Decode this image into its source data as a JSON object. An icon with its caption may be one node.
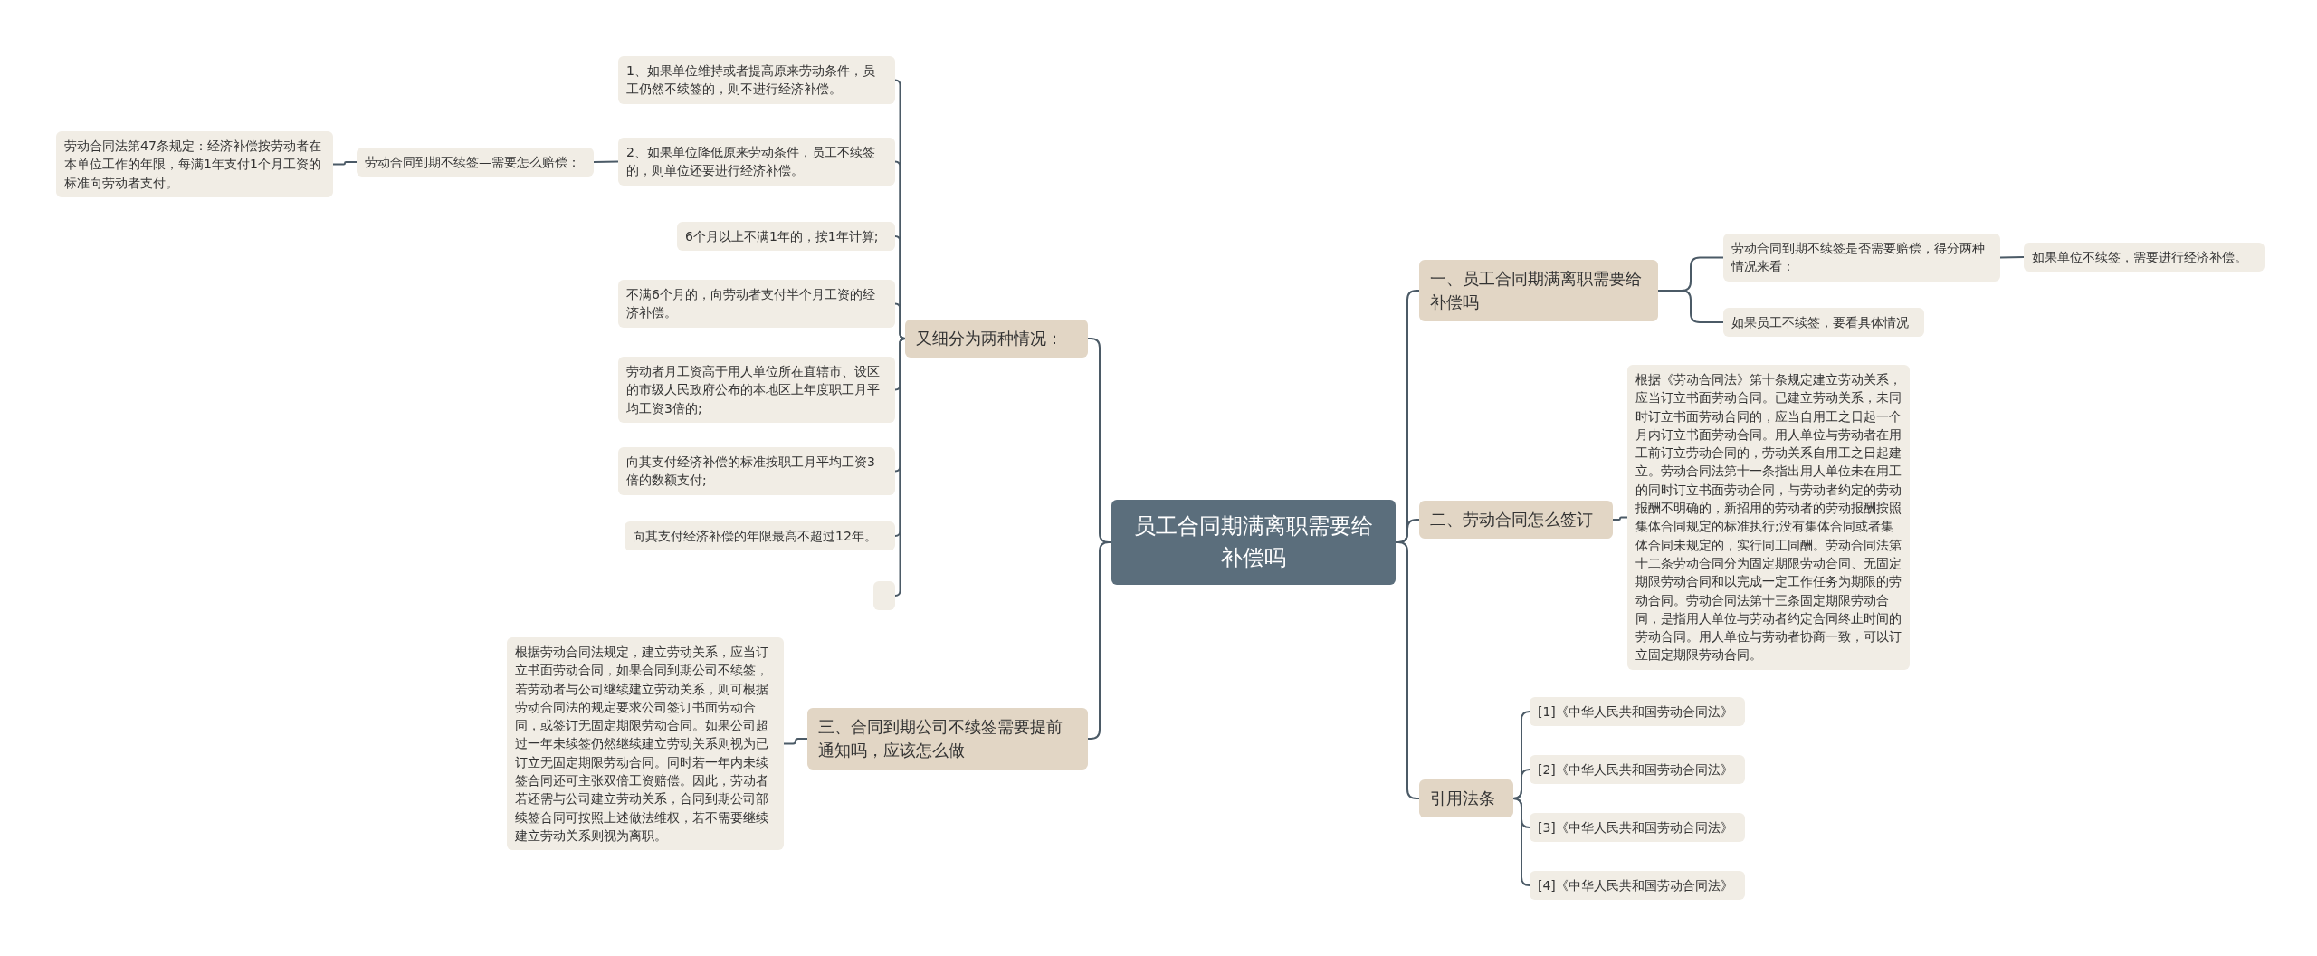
{
  "diagram": {
    "nodes": [
      {
        "text": [
          "员工合同期满离职需要给补偿吗"
        ]
      },
      {
        "text": [
          "又细分为两种情况："
        ]
      },
      {
        "text": [
          "1、如果单位维持或者提高原来劳动条件，员工仍然不续签的，则不进行经济补偿。"
        ]
      },
      {
        "text": [
          "2、如果单位降低原来劳动条件，员工不续签的，则单位还要进行经济补偿。"
        ]
      },
      {
        "text": [
          "劳动合同到期不续签—需要怎么赔偿："
        ]
      },
      {
        "text": [
          "劳动合同法第47条规定：经济补偿按劳动者在本单位工作的年限，每满1年支付1个月工资的标准向劳动者支付。"
        ]
      },
      {
        "text": [
          "6个月以上不满1年的，按1年计算;"
        ]
      },
      {
        "text": [
          "不满6个月的，向劳动者支付半个月工资的经济补偿。"
        ]
      },
      {
        "text": [
          "劳动者月工资高于用人单位所在直辖市、设区的市级人民政府公布的本地区上年度职工月平均工资3倍的;"
        ]
      },
      {
        "text": [
          "向其支付经济补偿的标准按职工月平均工资3倍的数额支付;"
        ]
      },
      {
        "text": [
          "向其支付经济补偿的年限最高不超过12年。"
        ]
      },
      {
        "text": [],
        "shape": "box"
      },
      {
        "text": [
          "三、合同到期公司不续签需要提前通知吗，应该怎么做"
        ]
      },
      {
        "text": [
          "根据劳动合同法规定，建立劳动关系，应当订立书面劳动合同，如果合同到期公司不续签，若劳动者与公司继续建立劳动关系，则可根据劳动合同法的规定要求公司签订书面劳动合同，或签订无固定期限劳动合同。如果公司超过一年未续签仍然继续建立劳动关系则视为已订立无固定期限劳动合同。同时若一年内未续签合同还可主张双倍工资赔偿。因此，劳动者若还需与公司建立劳动关系，合同到期公司部续签合同可按照上述做法维权，若不需要继续建立劳动关系则视为离职。"
        ]
      },
      {
        "text": [
          "一、员工合同期满离职需要给补偿吗"
        ]
      },
      {
        "text": [
          "劳动合同到期不续签是否需要赔偿，得分两种情况来看："
        ]
      },
      {
        "text": [
          "如果单位不续签，需要进行经济补偿。"
        ]
      },
      {
        "text": [
          "如果员工不续签，要看具体情况"
        ]
      },
      {
        "text": [
          "二、劳动合同怎么签订"
        ]
      },
      {
        "text": [
          "根据《劳动合同法》第十条规定建立劳动关系，应当订立书面劳动合同。已建立劳动关系，未同时订立书面劳动合同的，应当自用工之日起一个月内订立书面劳动合同。用人单位与劳动者在用工前订立劳动合同的，劳动关系自用工之日起建立。劳动合同法第十一条指出用人单位未在用工的同时订立书面劳动合同，与劳动者约定的劳动报酬不明确的，新招用的劳动者的劳动报酬按照集体合同规定的标准执行;没有集体合同或者集体合同未规定的，实行同工同酬。劳动合同法第十二条劳动合同分为固定期限劳动合同、无固定期限劳动合同和以完成一定工作任务为期限的劳动合同。劳动合同法第十三条固定期限劳动合同，是指用人单位与劳动者约定合同终止时间的劳动合同。用人单位与劳动者协商一致，可以订立固定期限劳动合同。"
        ]
      },
      {
        "text": [
          "引用法条"
        ]
      },
      {
        "text": [
          "[1]《中华人民共和国劳动合同法》"
        ]
      },
      {
        "text": [
          "[2]《中华人民共和国劳动合同法》"
        ]
      },
      {
        "text": [
          "[3]《中华人民共和国劳动合同法》"
        ]
      },
      {
        "text": [
          "[4]《中华人民共和国劳动合同法》"
        ]
      }
    ],
    "edges": [
      {
        "from": 0,
        "to": 1,
        "arrow": "none"
      },
      {
        "from": 1,
        "to": 2,
        "arrow": "none"
      },
      {
        "from": 1,
        "to": 3,
        "arrow": "none"
      },
      {
        "from": 3,
        "to": 4,
        "arrow": "none"
      },
      {
        "from": 4,
        "to": 5,
        "arrow": "none"
      },
      {
        "from": 1,
        "to": 6,
        "arrow": "none"
      },
      {
        "from": 1,
        "to": 7,
        "arrow": "none"
      },
      {
        "from": 1,
        "to": 8,
        "arrow": "none"
      },
      {
        "from": 1,
        "to": 9,
        "arrow": "none"
      },
      {
        "from": 1,
        "to": 10,
        "arrow": "none"
      },
      {
        "from": 1,
        "to": 11,
        "arrow": "none"
      },
      {
        "from": 0,
        "to": 12,
        "arrow": "none"
      },
      {
        "from": 12,
        "to": 13,
        "arrow": "none"
      },
      {
        "from": 0,
        "to": 14,
        "arrow": "none"
      },
      {
        "from": 14,
        "to": 15,
        "arrow": "none"
      },
      {
        "from": 15,
        "to": 16,
        "arrow": "none"
      },
      {
        "from": 14,
        "to": 17,
        "arrow": "none"
      },
      {
        "from": 0,
        "to": 18,
        "arrow": "none"
      },
      {
        "from": 18,
        "to": 19,
        "arrow": "none"
      },
      {
        "from": 0,
        "to": 20,
        "arrow": "none"
      },
      {
        "from": 20,
        "to": 21,
        "arrow": "none"
      },
      {
        "from": 20,
        "to": 22,
        "arrow": "none"
      },
      {
        "from": 20,
        "to": 23,
        "arrow": "none"
      },
      {
        "from": 20,
        "to": 24,
        "arrow": "none"
      }
    ]
  }
}
